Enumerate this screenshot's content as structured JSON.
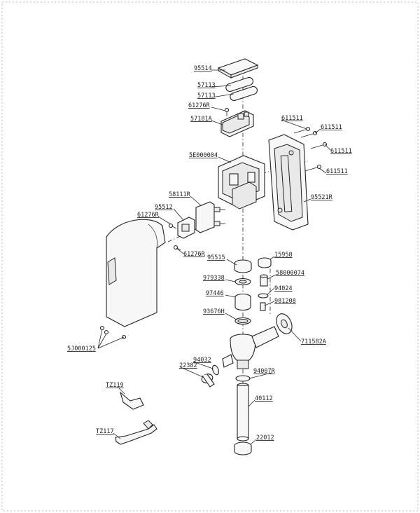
{
  "diagram": {
    "parts": [
      {
        "id": "p95514",
        "label": "95514"
      },
      {
        "id": "p57113a",
        "label": "57113"
      },
      {
        "id": "p57113b",
        "label": "57113"
      },
      {
        "id": "p61276r_top",
        "label": "61276R"
      },
      {
        "id": "p57181a",
        "label": "57181A"
      },
      {
        "id": "p611511_1",
        "label": "611511"
      },
      {
        "id": "p611511_2",
        "label": "611511"
      },
      {
        "id": "p611511_3",
        "label": "611511"
      },
      {
        "id": "p611511_4",
        "label": "611511"
      },
      {
        "id": "p5e000004",
        "label": "5E000004"
      },
      {
        "id": "p58111r",
        "label": "58111R"
      },
      {
        "id": "p95512",
        "label": "95512"
      },
      {
        "id": "p61276r_mid",
        "label": "61276R"
      },
      {
        "id": "p95521r",
        "label": "95521R"
      },
      {
        "id": "p61276r_low",
        "label": "61276R"
      },
      {
        "id": "p95515",
        "label": "95515"
      },
      {
        "id": "p15958",
        "label": "15958"
      },
      {
        "id": "p979338",
        "label": "979338"
      },
      {
        "id": "p58000074",
        "label": "58000074"
      },
      {
        "id": "p97446",
        "label": "97446"
      },
      {
        "id": "p94024",
        "label": "94024"
      },
      {
        "id": "p981208",
        "label": "981208"
      },
      {
        "id": "p93676h",
        "label": "93676H"
      },
      {
        "id": "p711582a",
        "label": "711582A"
      },
      {
        "id": "p5j000125",
        "label": "5J000125"
      },
      {
        "id": "p94032",
        "label": "94032"
      },
      {
        "id": "p22382",
        "label": "22382"
      },
      {
        "id": "p94007r",
        "label": "94007R"
      },
      {
        "id": "ptz119",
        "label": "TZ119"
      },
      {
        "id": "p40112",
        "label": "40112"
      },
      {
        "id": "ptz117",
        "label": "TZ117"
      },
      {
        "id": "p22012",
        "label": "22012"
      }
    ]
  }
}
